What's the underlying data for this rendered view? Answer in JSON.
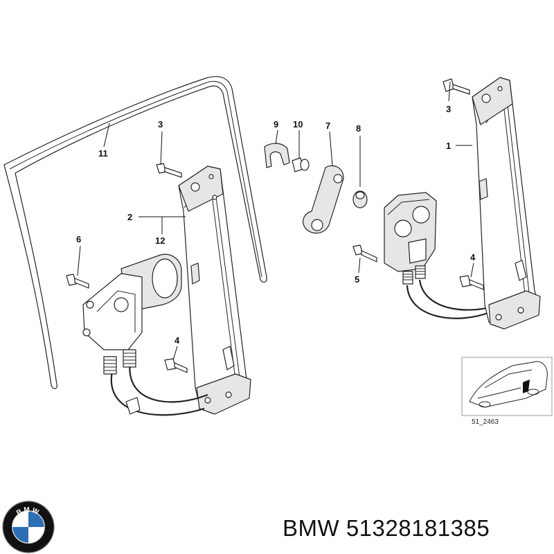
{
  "callouts": {
    "c1": "1",
    "c2": "2",
    "c3a": "3",
    "c3b": "3",
    "c4a": "4",
    "c4b": "4",
    "c5": "5",
    "c6": "6",
    "c7": "7",
    "c8": "8",
    "c9": "9",
    "c10": "10",
    "c11": "11",
    "c12": "12"
  },
  "inset": {
    "code": "51_2463"
  },
  "footer": {
    "brand": "BMW",
    "part_number": "51328181385"
  },
  "logo": {
    "letters": "BMW",
    "colors": {
      "ring": "#111111",
      "blue": "#2c6fb5",
      "white": "#ffffff"
    }
  }
}
